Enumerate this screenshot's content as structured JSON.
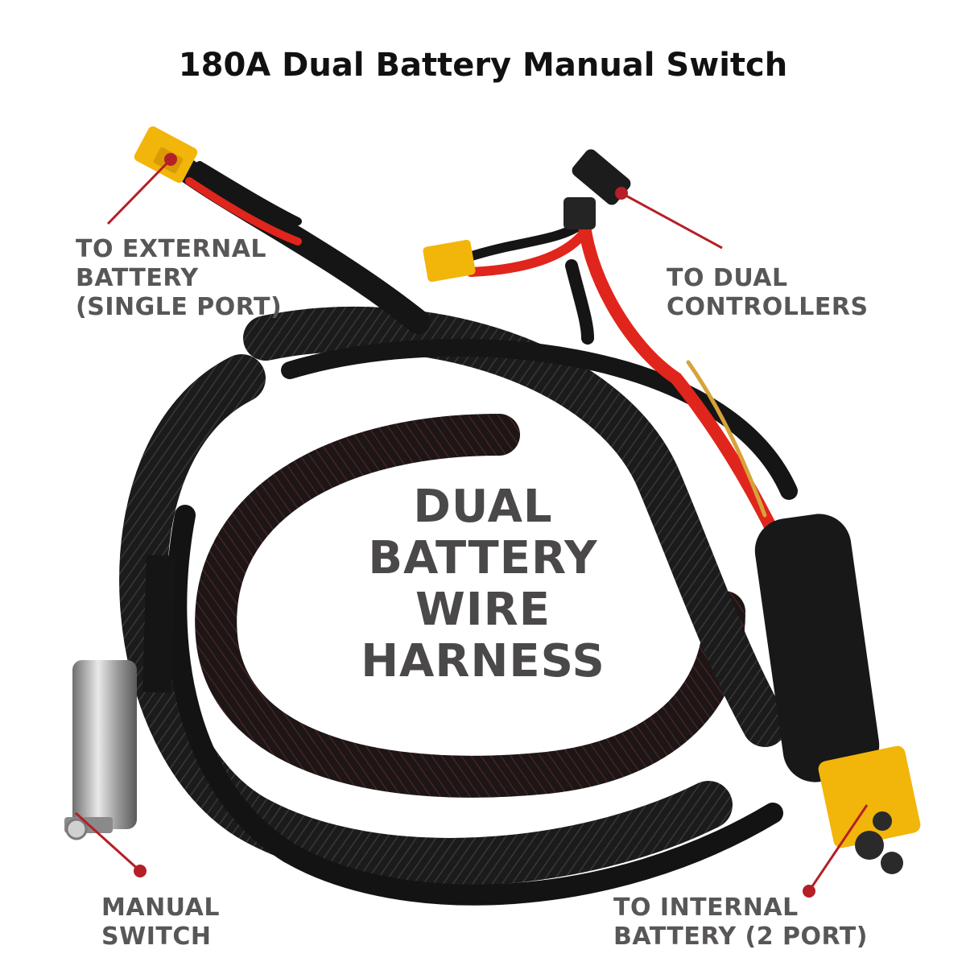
{
  "title": "180A Dual Battery Manual Switch",
  "colors": {
    "label_text": "#585656",
    "callout_line": "#b51f26",
    "connector_yellow": "#f2b50a",
    "cable_black": "#141414",
    "wire_red": "#e0251c"
  },
  "callouts": {
    "external_battery": [
      "TO EXTERNAL",
      "BATTERY",
      "(SINGLE PORT)"
    ],
    "dual_controllers": [
      "TO DUAL",
      "CONTROLLERS"
    ],
    "manual_switch": [
      "MANUAL",
      "SWITCH"
    ],
    "internal_battery": [
      "TO INTERNAL",
      "BATTERY (2 PORT)"
    ]
  },
  "center_text": [
    "DUAL",
    "BATTERY",
    "WIRE",
    "HARNESS"
  ]
}
